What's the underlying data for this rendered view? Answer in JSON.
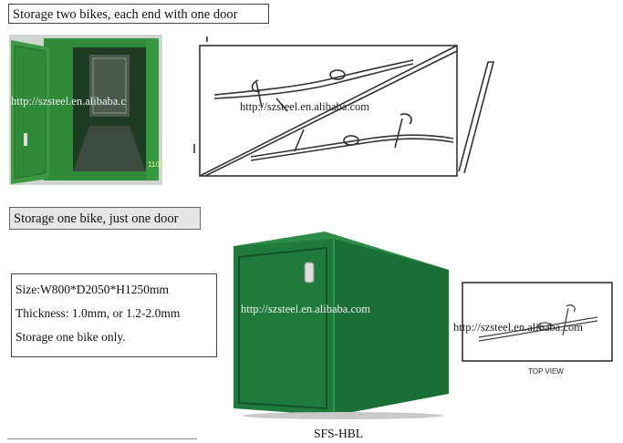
{
  "sections": {
    "two_bikes_title": "Storage two bikes, each end with one door",
    "one_bike_title": "Storage one bike, just one door"
  },
  "specs": {
    "size": "Size:W800*D2050*H1250mm",
    "thickness": "Thickness: 1.0mm, or 1.2-2.0mm",
    "capacity": "Storage one bike only."
  },
  "watermarks": {
    "photo_top": "http://szsteel.en.alibaba.c",
    "drawing_top": "http://szsteel.en.alibaba.com",
    "cabinet": "http://szsteel.en.alibaba.com",
    "top_view": "http://szsteel.en.alibaba.com"
  },
  "labels": {
    "top_view": "TOP VIEW",
    "model": "SFS-HBL",
    "photo_tag": "11/22"
  },
  "colors": {
    "cabinet_green": "#1f7a3c",
    "cabinet_dark": "#15532a",
    "photo_green": "#2f8a3a"
  }
}
